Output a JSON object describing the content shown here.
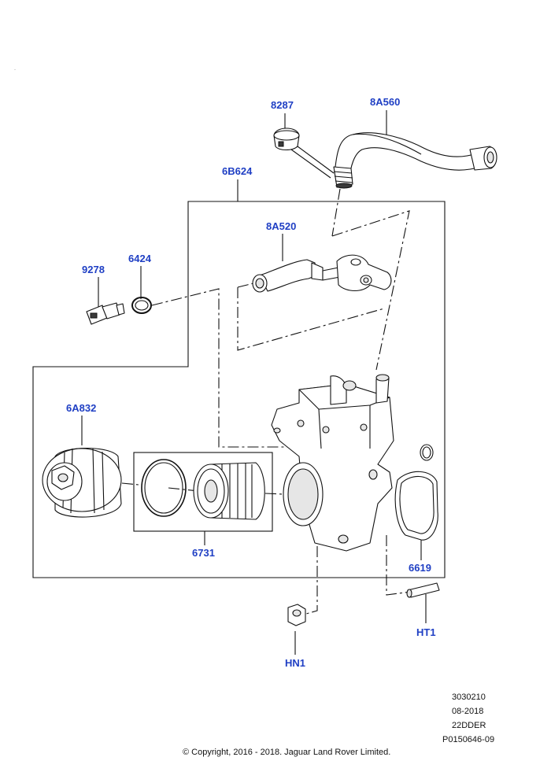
{
  "diagram": {
    "callouts": {
      "c8287": "8287",
      "c8A560": "8A560",
      "c6B624": "6B624",
      "c8A520": "8A520",
      "c9278": "9278",
      "c6424": "6424",
      "c6A832": "6A832",
      "c6731": "6731",
      "c6619": "6619",
      "cHT1": "HT1",
      "cHN1": "HN1"
    },
    "colors": {
      "callout": "#1f3fc4",
      "line": "#111111"
    }
  },
  "footer": {
    "ref1": "3030210",
    "ref2": "08-2018",
    "ref3": "22DDER",
    "ref4": "P0150646-09",
    "copyright": "© Copyright, 2016 - 2018. Jaguar Land Rover Limited."
  }
}
